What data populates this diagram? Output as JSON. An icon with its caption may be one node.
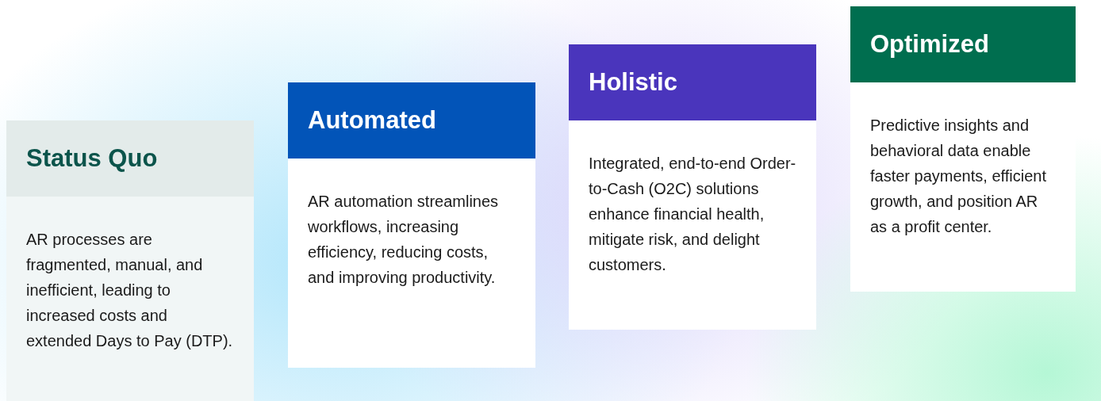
{
  "diagram": {
    "nodes": [
      {
        "text": [
          "Status Quo",
          "AR processes are fragmented, manual, and inefficient, leading to increased costs and extended Days to Pay (DTP)."
        ]
      },
      {
        "text": [
          "Automated",
          "AR automation streamlines workflows, increasing efficiency, reducing costs, and improving productivity."
        ]
      },
      {
        "text": [
          "Holistic",
          "Integrated, end-to-end Order-to-Cash (O2C) solutions enhance financial health, mitigate risk, and delight customers."
        ]
      },
      {
        "text": [
          "Optimized",
          "Predictive insights and behavioral data enable faster payments, efficient growth, and position AR as a profit center."
        ]
      }
    ]
  }
}
